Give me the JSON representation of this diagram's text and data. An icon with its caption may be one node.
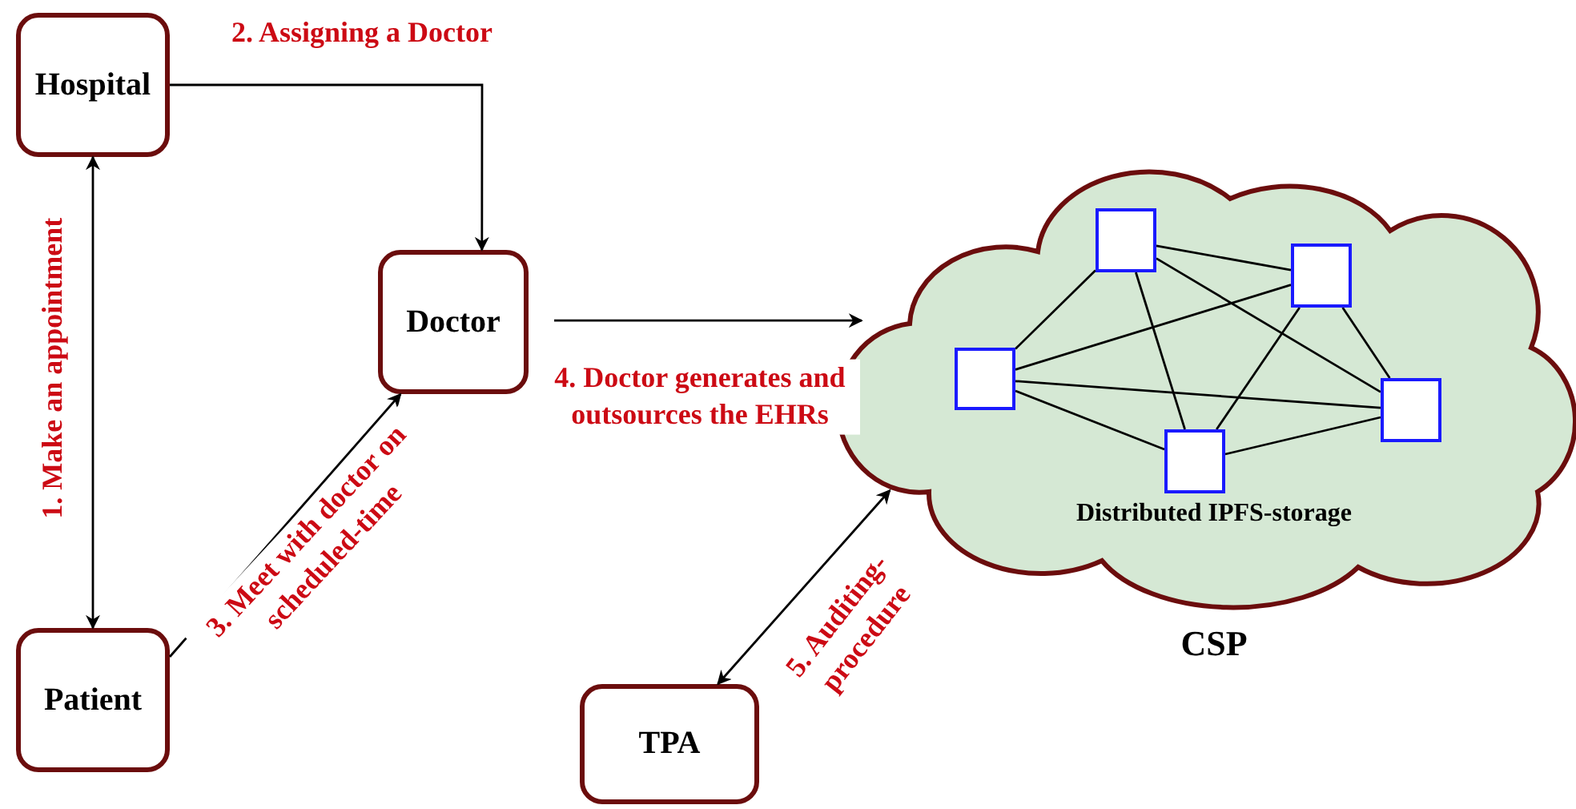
{
  "diagram": {
    "nodes": [
      {
        "text": [
          "Hospital"
        ]
      },
      {
        "text": [
          "Doctor"
        ]
      },
      {
        "text": [
          "Patient"
        ]
      },
      {
        "text": [
          "Distributed IPFS-storage"
        ],
        "beside": [
          "CSP"
        ]
      },
      {
        "text": [],
        "shape": "box",
        "in": 3
      },
      {
        "text": [],
        "shape": "box",
        "in": 3
      },
      {
        "text": [],
        "shape": "box",
        "in": 3
      },
      {
        "text": [],
        "shape": "box",
        "in": 3
      },
      {
        "text": [],
        "shape": "box",
        "in": 3
      },
      {
        "text": [
          "TPA"
        ]
      }
    ],
    "edges": [
      {
        "from": 0,
        "to": 2,
        "arrow": "both",
        "label": "1. Make an appointment"
      },
      {
        "from": 0,
        "to": 1,
        "arrow": "to",
        "label": "2. Assigning a Doctor"
      },
      {
        "from": 2,
        "to": 1,
        "arrow": "to",
        "label": "3. Meet with doctor on scheduled-time"
      },
      {
        "from": 1,
        "to": 3,
        "arrow": "to",
        "label": "4. Doctor generates and outsources the EHRs"
      },
      {
        "from": 9,
        "to": 3,
        "arrow": "both",
        "label": "5. Auditing-procedure"
      },
      {
        "from": 4,
        "to": 5,
        "arrow": "none"
      },
      {
        "from": 4,
        "to": 7,
        "arrow": "none"
      },
      {
        "from": 4,
        "to": 8,
        "arrow": "none"
      },
      {
        "from": 4,
        "to": 6,
        "arrow": "none"
      },
      {
        "from": 5,
        "to": 6,
        "arrow": "none"
      },
      {
        "from": 5,
        "to": 7,
        "arrow": "none"
      },
      {
        "from": 5,
        "to": 8,
        "arrow": "none"
      },
      {
        "from": 7,
        "to": 6,
        "arrow": "none"
      },
      {
        "from": 7,
        "to": 8,
        "arrow": "none"
      },
      {
        "from": 6,
        "to": 8,
        "arrow": "none"
      }
    ]
  }
}
